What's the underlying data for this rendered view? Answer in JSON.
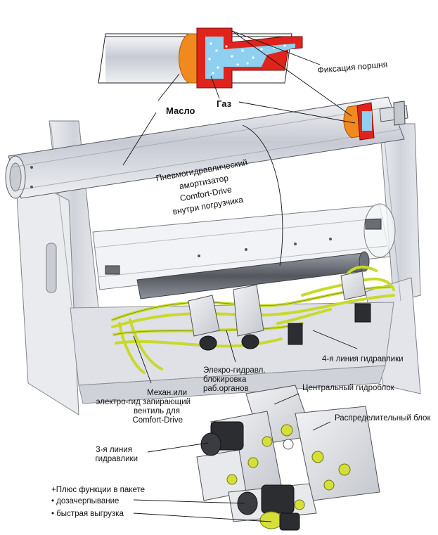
{
  "labels": {
    "piston_fix": "Фиксация поршня",
    "gas": "Газ",
    "oil": "Масло",
    "accumulator": [
      "Пневмогидравлический",
      "амортизатор",
      "Comfort-Drive",
      "внутри погрузчика"
    ],
    "line4": "4-я линия гидравлики",
    "electro_lock": [
      "Элекро-гидравл.",
      "блокировка",
      "раб.органов"
    ],
    "valve": [
      "Механ.или",
      "электро-гид запирающий",
      "вентиль для",
      "Comfort-Drive"
    ],
    "central_block": "Центральный гидроблок",
    "distributor_block": "Распределительный блок",
    "line3": [
      "3-я линия",
      "гидравлики"
    ],
    "package_title": "+Плюс функции в пакете",
    "package_items": [
      "• дозачерпывание",
      "• быстрая выгрузка"
    ]
  },
  "colors": {
    "hose_green": "#c8d92a",
    "oil_orange": "#f08a1e",
    "piston_red": "#e0241b",
    "gas_blue": "#8fd0f0",
    "metal": "#dfe1e6"
  }
}
